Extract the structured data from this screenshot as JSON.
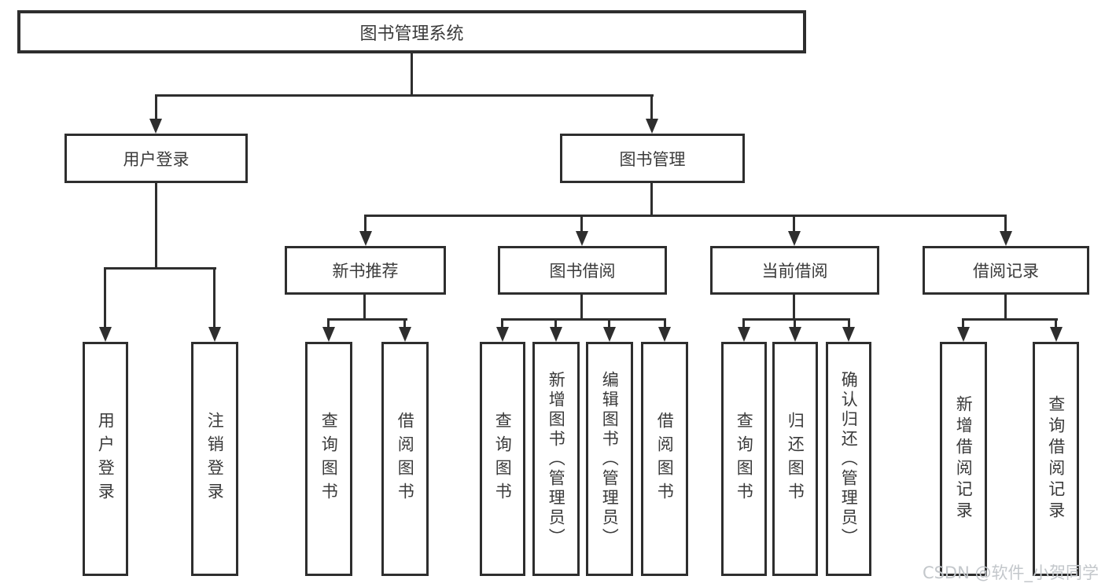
{
  "diagram": {
    "type": "hierarchy-tree",
    "title": "图书管理系统"
  },
  "nodes": {
    "root": {
      "label": "图书管理系统"
    },
    "level2": [
      {
        "id": "user-login",
        "label": "用户登录"
      },
      {
        "id": "book-management",
        "label": "图书管理"
      }
    ],
    "level3": [
      {
        "id": "new-book-recommend",
        "label": "新书推荐",
        "parent": "book-management"
      },
      {
        "id": "book-borrow",
        "label": "图书借阅",
        "parent": "book-management"
      },
      {
        "id": "current-borrow",
        "label": "当前借阅",
        "parent": "book-management"
      },
      {
        "id": "borrow-records",
        "label": "借阅记录",
        "parent": "book-management"
      }
    ],
    "leaves": [
      {
        "id": "user-login-leaf",
        "label": "用户登录",
        "parent": "user-login"
      },
      {
        "id": "logout",
        "label": "注销登录",
        "parent": "user-login"
      },
      {
        "id": "query-books-1",
        "label": "查询图书",
        "parent": "new-book-recommend"
      },
      {
        "id": "borrow-books-1",
        "label": "借阅图书",
        "parent": "new-book-recommend"
      },
      {
        "id": "query-books-2",
        "label": "查询图书",
        "parent": "book-borrow"
      },
      {
        "id": "add-books-admin",
        "label": "新增图书（管理员）",
        "parent": "book-borrow"
      },
      {
        "id": "edit-books-admin",
        "label": "编辑图书（管理员）",
        "parent": "book-borrow"
      },
      {
        "id": "borrow-books-2",
        "label": "借阅图书",
        "parent": "book-borrow"
      },
      {
        "id": "query-books-3",
        "label": "查询图书",
        "parent": "current-borrow"
      },
      {
        "id": "return-books",
        "label": "归还图书",
        "parent": "current-borrow"
      },
      {
        "id": "confirm-return-admin",
        "label": "确认归还（管理员）",
        "parent": "current-borrow"
      },
      {
        "id": "add-borrow-record",
        "label": "新增借阅记录",
        "parent": "borrow-records"
      },
      {
        "id": "query-borrow-record",
        "label": "查询借阅记录",
        "parent": "borrow-records"
      }
    ]
  },
  "watermark": {
    "text": "CSDN @软件_小贺同学",
    "color": "#c3c7cb"
  },
  "colors": {
    "line": "#2e2e2e",
    "box_border": "#2e2e2e",
    "text": "#3a3a3a",
    "background": "#ffffff"
  }
}
